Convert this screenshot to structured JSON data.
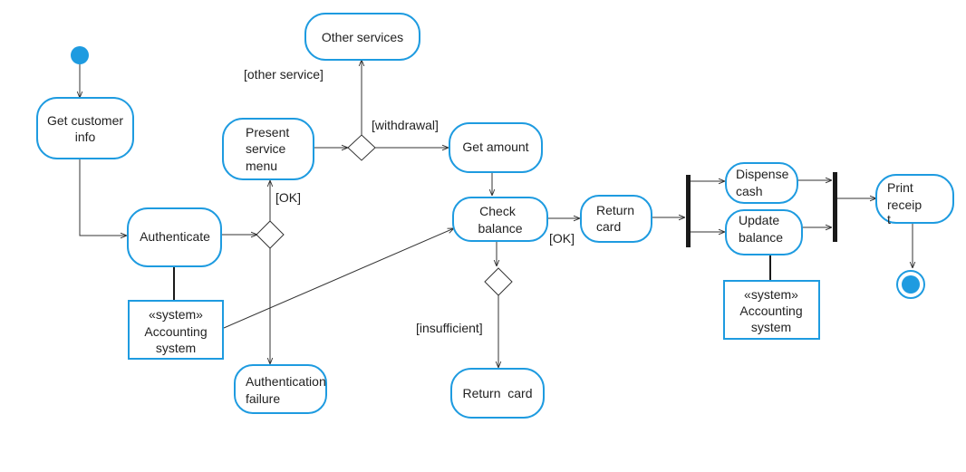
{
  "colors": {
    "accent": "#1e9be0",
    "line": "#333333",
    "text": "#222222",
    "bar": "#1a1a1a"
  },
  "activities": {
    "get_customer_info": [
      "Get customer",
      "info"
    ],
    "authenticate": [
      "Authenticate"
    ],
    "present_service_menu": [
      "Present",
      "service",
      "menu"
    ],
    "other_services": [
      "Other services"
    ],
    "get_amount": [
      "Get amount"
    ],
    "check_balance": [
      "Check",
      "balance"
    ],
    "return_card_ok": [
      "Return",
      "card"
    ],
    "dispense_cash": [
      "Dispense",
      "cash"
    ],
    "update_balance": [
      "Update",
      "balance"
    ],
    "print_receipt": [
      "Print",
      "receip",
      "t"
    ],
    "authentication_failure": [
      "Authentication",
      "failure"
    ],
    "return_card_insufficient": [
      "Return  card"
    ]
  },
  "systems": {
    "accounting_left": [
      "«system»",
      "Accounting",
      "system"
    ],
    "accounting_right": [
      "«system»",
      "Accounting",
      "system"
    ]
  },
  "guards": {
    "other_service": "[other service]",
    "withdrawal": "[withdrawal]",
    "ok_auth": "[OK]",
    "ok_balance": "[OK]",
    "insufficient": "[insufficient]"
  }
}
